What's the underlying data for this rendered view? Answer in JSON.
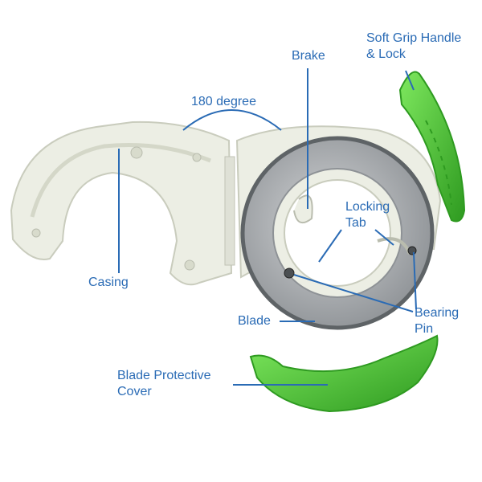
{
  "labels": {
    "angle": "180 degree",
    "brake": "Brake",
    "handle_line1": "Soft Grip Handle",
    "handle_line2": "& Lock",
    "locking_line1": "Locking",
    "locking_line2": "Tab",
    "casing": "Casing",
    "blade": "Blade",
    "bearing_line1": "Bearing",
    "bearing_line2": "Pin",
    "cover_line1": "Blade Protective",
    "cover_line2": "Cover"
  },
  "colors": {
    "label_text": "#2a6bb5",
    "leader_line": "#2a6bb5",
    "casing_plastic": "#eceee4",
    "casing_shadow": "#c9ccbd",
    "blade_steel": "#a9abad",
    "blade_edge": "#6f7478",
    "grip_green": "#4fd13a",
    "grip_green_dark": "#2e9a20"
  },
  "icons": [
    "casing-part",
    "blade-ring",
    "grip-handle",
    "protective-cover",
    "bearing-pin"
  ]
}
